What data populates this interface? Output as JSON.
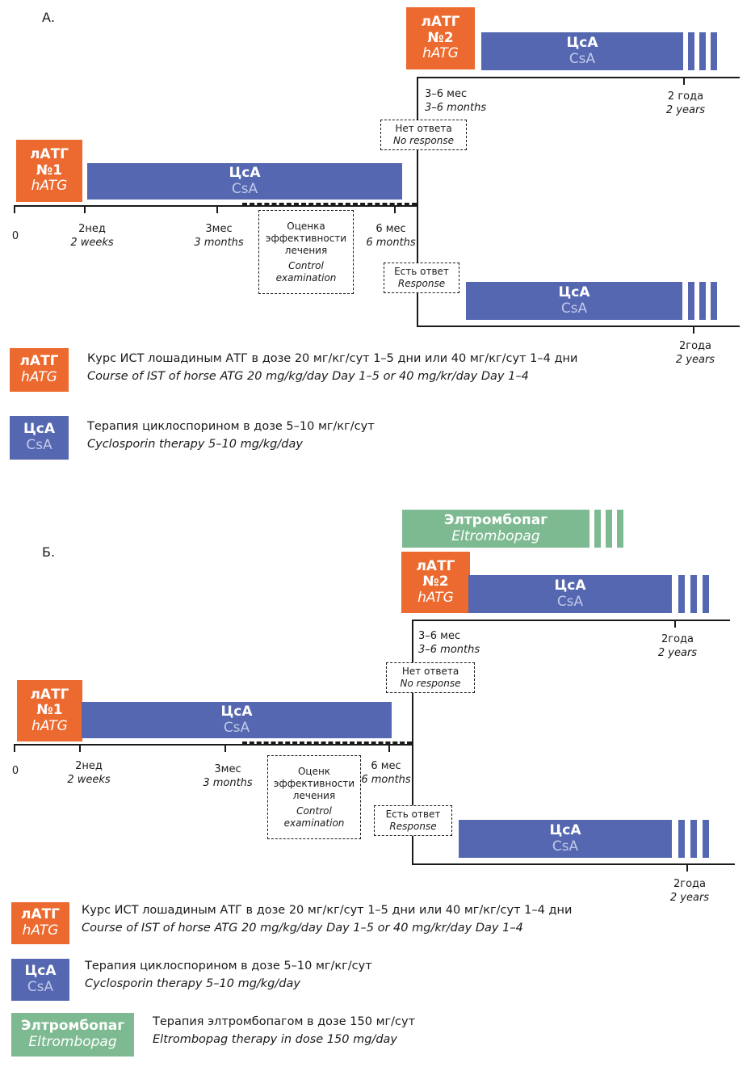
{
  "labels": {
    "atg_ru": "лАТГ",
    "atg_en": "hATG",
    "atg1": "№1",
    "atg2": "№2",
    "csa_ru": "ЦсА",
    "csa_en": "CsA",
    "elt_ru": "Элтромбопаг",
    "elt_en": "Eltrombopag"
  },
  "panelA": {
    "label": "А.",
    "timeline": {
      "t0": "0",
      "t2w_ru": "2нед",
      "t2w_en": "2 weeks",
      "t3m_ru": "3мес",
      "t3m_en": "3 months",
      "t6m_ru": "6 мес",
      "t6m_en": "6 months"
    },
    "control_box": {
      "ru1": "Оценка",
      "ru2": "эффективности",
      "ru3": "лечения",
      "en1": "Control",
      "en2": "examination"
    },
    "no_response": {
      "ru": "Нет ответа",
      "en": "No response"
    },
    "response": {
      "ru": "Есть ответ",
      "en": "Response"
    },
    "upper_36_ru": "3–6 мес",
    "upper_36_en": "3–6 months",
    "upper_2y_ru": "2 года",
    "upper_2y_en": "2 years",
    "lower_2y_ru": "2года",
    "lower_2y_en": "2 years"
  },
  "legendA": {
    "atg_ru": "Курс ИСТ лошадиным АТГ в дозе 20 мг/кг/сут 1–5 дни или 40 мг/кг/сут 1–4 дни",
    "atg_en": "Course of IST of horse ATG 20 mg/kg/day Day 1–5 or 40 mg/kr/day Day 1–4",
    "csa_ru": "Терапия циклоспорином в дозе 5–10 мг/кг/сут",
    "csa_en": "Cyclosporin therapy 5–10 mg/kg/day"
  },
  "panelB": {
    "label": "Б.",
    "timeline": {
      "t0": "0",
      "t2w_ru": "2нед",
      "t2w_en": "2 weeks",
      "t3m_ru": "3мес",
      "t3m_en": "3 months",
      "t6m_ru": "6 мес",
      "t6m_en": "6 months"
    },
    "control_box": {
      "ru1": "Оценк",
      "ru2": "эффективности",
      "ru3": "лечения",
      "en1": "Control",
      "en2": "examination"
    },
    "no_response": {
      "ru": "Нет ответа",
      "en": "No response"
    },
    "response": {
      "ru": "Есть ответ",
      "en": "Response"
    },
    "upper_36_ru": "3–6 мес",
    "upper_36_en": "3–6 months",
    "upper_2y_ru": "2года",
    "upper_2y_en": "2 years",
    "lower_2y_ru": "2года",
    "lower_2y_en": "2 years"
  },
  "legendB": {
    "atg_ru": "Курс ИСТ лошадиным АТГ в дозе 20 мг/кг/сут 1–5 дни или 40 мг/кг/сут 1–4 дни",
    "atg_en": "Course of IST of horse ATG 20 mg/kg/day Day 1–5 or 40 mg/kr/day Day 1–4",
    "csa_ru": "Терапия циклоспорином в дозе 5–10 мг/кг/сут",
    "csa_en": "Cyclosporin therapy 5–10 mg/kg/day",
    "elt_ru": "Терапия элтромбопагом в дозе 150 мг/сут",
    "elt_en": "Eltrombopag therapy in dose 150 mg/day"
  },
  "colors": {
    "atg": "#ec6a2f",
    "csa": "#5467b0",
    "eltrombopag": "#7dba91"
  }
}
